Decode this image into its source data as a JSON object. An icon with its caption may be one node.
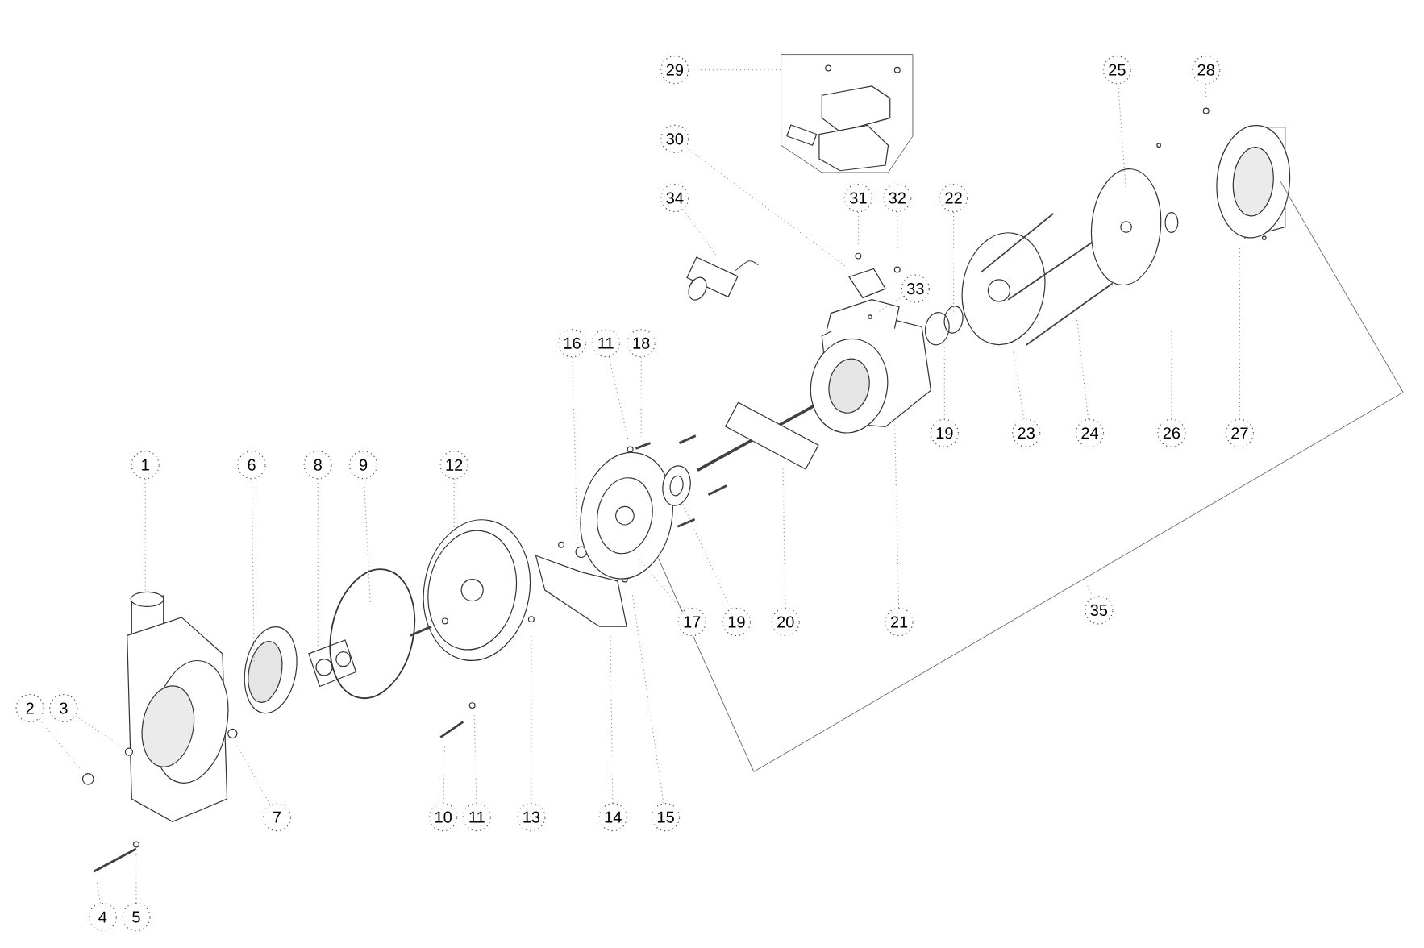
{
  "diagram": {
    "nodes": [
      {
        "text": [
          "29"
        ]
      },
      {
        "text": [
          "28"
        ]
      },
      {
        "text": [
          "25"
        ]
      },
      {
        "text": [
          "30"
        ]
      },
      {
        "text": [
          "34"
        ]
      },
      {
        "text": [
          "31"
        ]
      },
      {
        "text": [
          "32"
        ]
      },
      {
        "text": [
          "22"
        ]
      },
      {
        "text": [
          "33"
        ]
      },
      {
        "text": [
          "16"
        ]
      },
      {
        "text": [
          "11"
        ]
      },
      {
        "text": [
          "18"
        ]
      },
      {
        "text": [
          "19"
        ]
      },
      {
        "text": [
          "23"
        ]
      },
      {
        "text": [
          "24"
        ]
      },
      {
        "text": [
          "26"
        ]
      },
      {
        "text": [
          "27"
        ]
      },
      {
        "text": [
          "1"
        ]
      },
      {
        "text": [
          "6"
        ]
      },
      {
        "text": [
          "8"
        ]
      },
      {
        "text": [
          "9"
        ]
      },
      {
        "text": [
          "12"
        ]
      },
      {
        "text": [
          "35"
        ]
      },
      {
        "text": [
          "17"
        ]
      },
      {
        "text": [
          "19"
        ]
      },
      {
        "text": [
          "20"
        ]
      },
      {
        "text": [
          "21"
        ]
      },
      {
        "text": [
          "2"
        ]
      },
      {
        "text": [
          "3"
        ]
      },
      {
        "text": [
          "7"
        ]
      },
      {
        "text": [
          "10"
        ]
      },
      {
        "text": [
          "11"
        ]
      },
      {
        "text": [
          "13"
        ]
      },
      {
        "text": [
          "14"
        ]
      },
      {
        "text": [
          "15"
        ]
      },
      {
        "text": [
          "4"
        ]
      },
      {
        "text": [
          "5"
        ]
      }
    ],
    "edges": [
      {
        "from": 0,
        "to": null,
        "arrow": "none"
      },
      {
        "from": 1,
        "to": null,
        "arrow": "none"
      },
      {
        "from": 2,
        "to": null,
        "arrow": "none"
      },
      {
        "from": 3,
        "to": null,
        "arrow": "none"
      },
      {
        "from": 4,
        "to": null,
        "arrow": "none"
      },
      {
        "from": 5,
        "to": null,
        "arrow": "none"
      },
      {
        "from": 6,
        "to": null,
        "arrow": "none"
      },
      {
        "from": 7,
        "to": null,
        "arrow": "none"
      },
      {
        "from": 8,
        "to": null,
        "arrow": "none"
      },
      {
        "from": 9,
        "to": null,
        "arrow": "none"
      },
      {
        "from": 10,
        "to": null,
        "arrow": "none"
      },
      {
        "from": 11,
        "to": null,
        "arrow": "none"
      },
      {
        "from": 12,
        "to": null,
        "arrow": "none"
      },
      {
        "from": 13,
        "to": null,
        "arrow": "none"
      },
      {
        "from": 14,
        "to": null,
        "arrow": "none"
      },
      {
        "from": 15,
        "to": null,
        "arrow": "none"
      },
      {
        "from": 16,
        "to": null,
        "arrow": "none"
      },
      {
        "from": 17,
        "to": null,
        "arrow": "none"
      },
      {
        "from": 18,
        "to": null,
        "arrow": "none"
      },
      {
        "from": 19,
        "to": null,
        "arrow": "none"
      },
      {
        "from": 20,
        "to": null,
        "arrow": "none"
      },
      {
        "from": 21,
        "to": null,
        "arrow": "none"
      },
      {
        "from": 22,
        "to": null,
        "arrow": "none"
      },
      {
        "from": 23,
        "to": null,
        "arrow": "none"
      },
      {
        "from": 24,
        "to": null,
        "arrow": "none"
      },
      {
        "from": 25,
        "to": null,
        "arrow": "none"
      },
      {
        "from": 26,
        "to": null,
        "arrow": "none"
      },
      {
        "from": 27,
        "to": null,
        "arrow": "none"
      },
      {
        "from": 28,
        "to": null,
        "arrow": "none"
      },
      {
        "from": 29,
        "to": null,
        "arrow": "none"
      },
      {
        "from": 30,
        "to": null,
        "arrow": "none"
      },
      {
        "from": 31,
        "to": null,
        "arrow": "none"
      },
      {
        "from": 32,
        "to": null,
        "arrow": "none"
      },
      {
        "from": 33,
        "to": null,
        "arrow": "none"
      },
      {
        "from": 34,
        "to": null,
        "arrow": "none"
      },
      {
        "from": 35,
        "to": null,
        "arrow": "none"
      },
      {
        "from": 36,
        "to": null,
        "arrow": "none"
      }
    ]
  }
}
